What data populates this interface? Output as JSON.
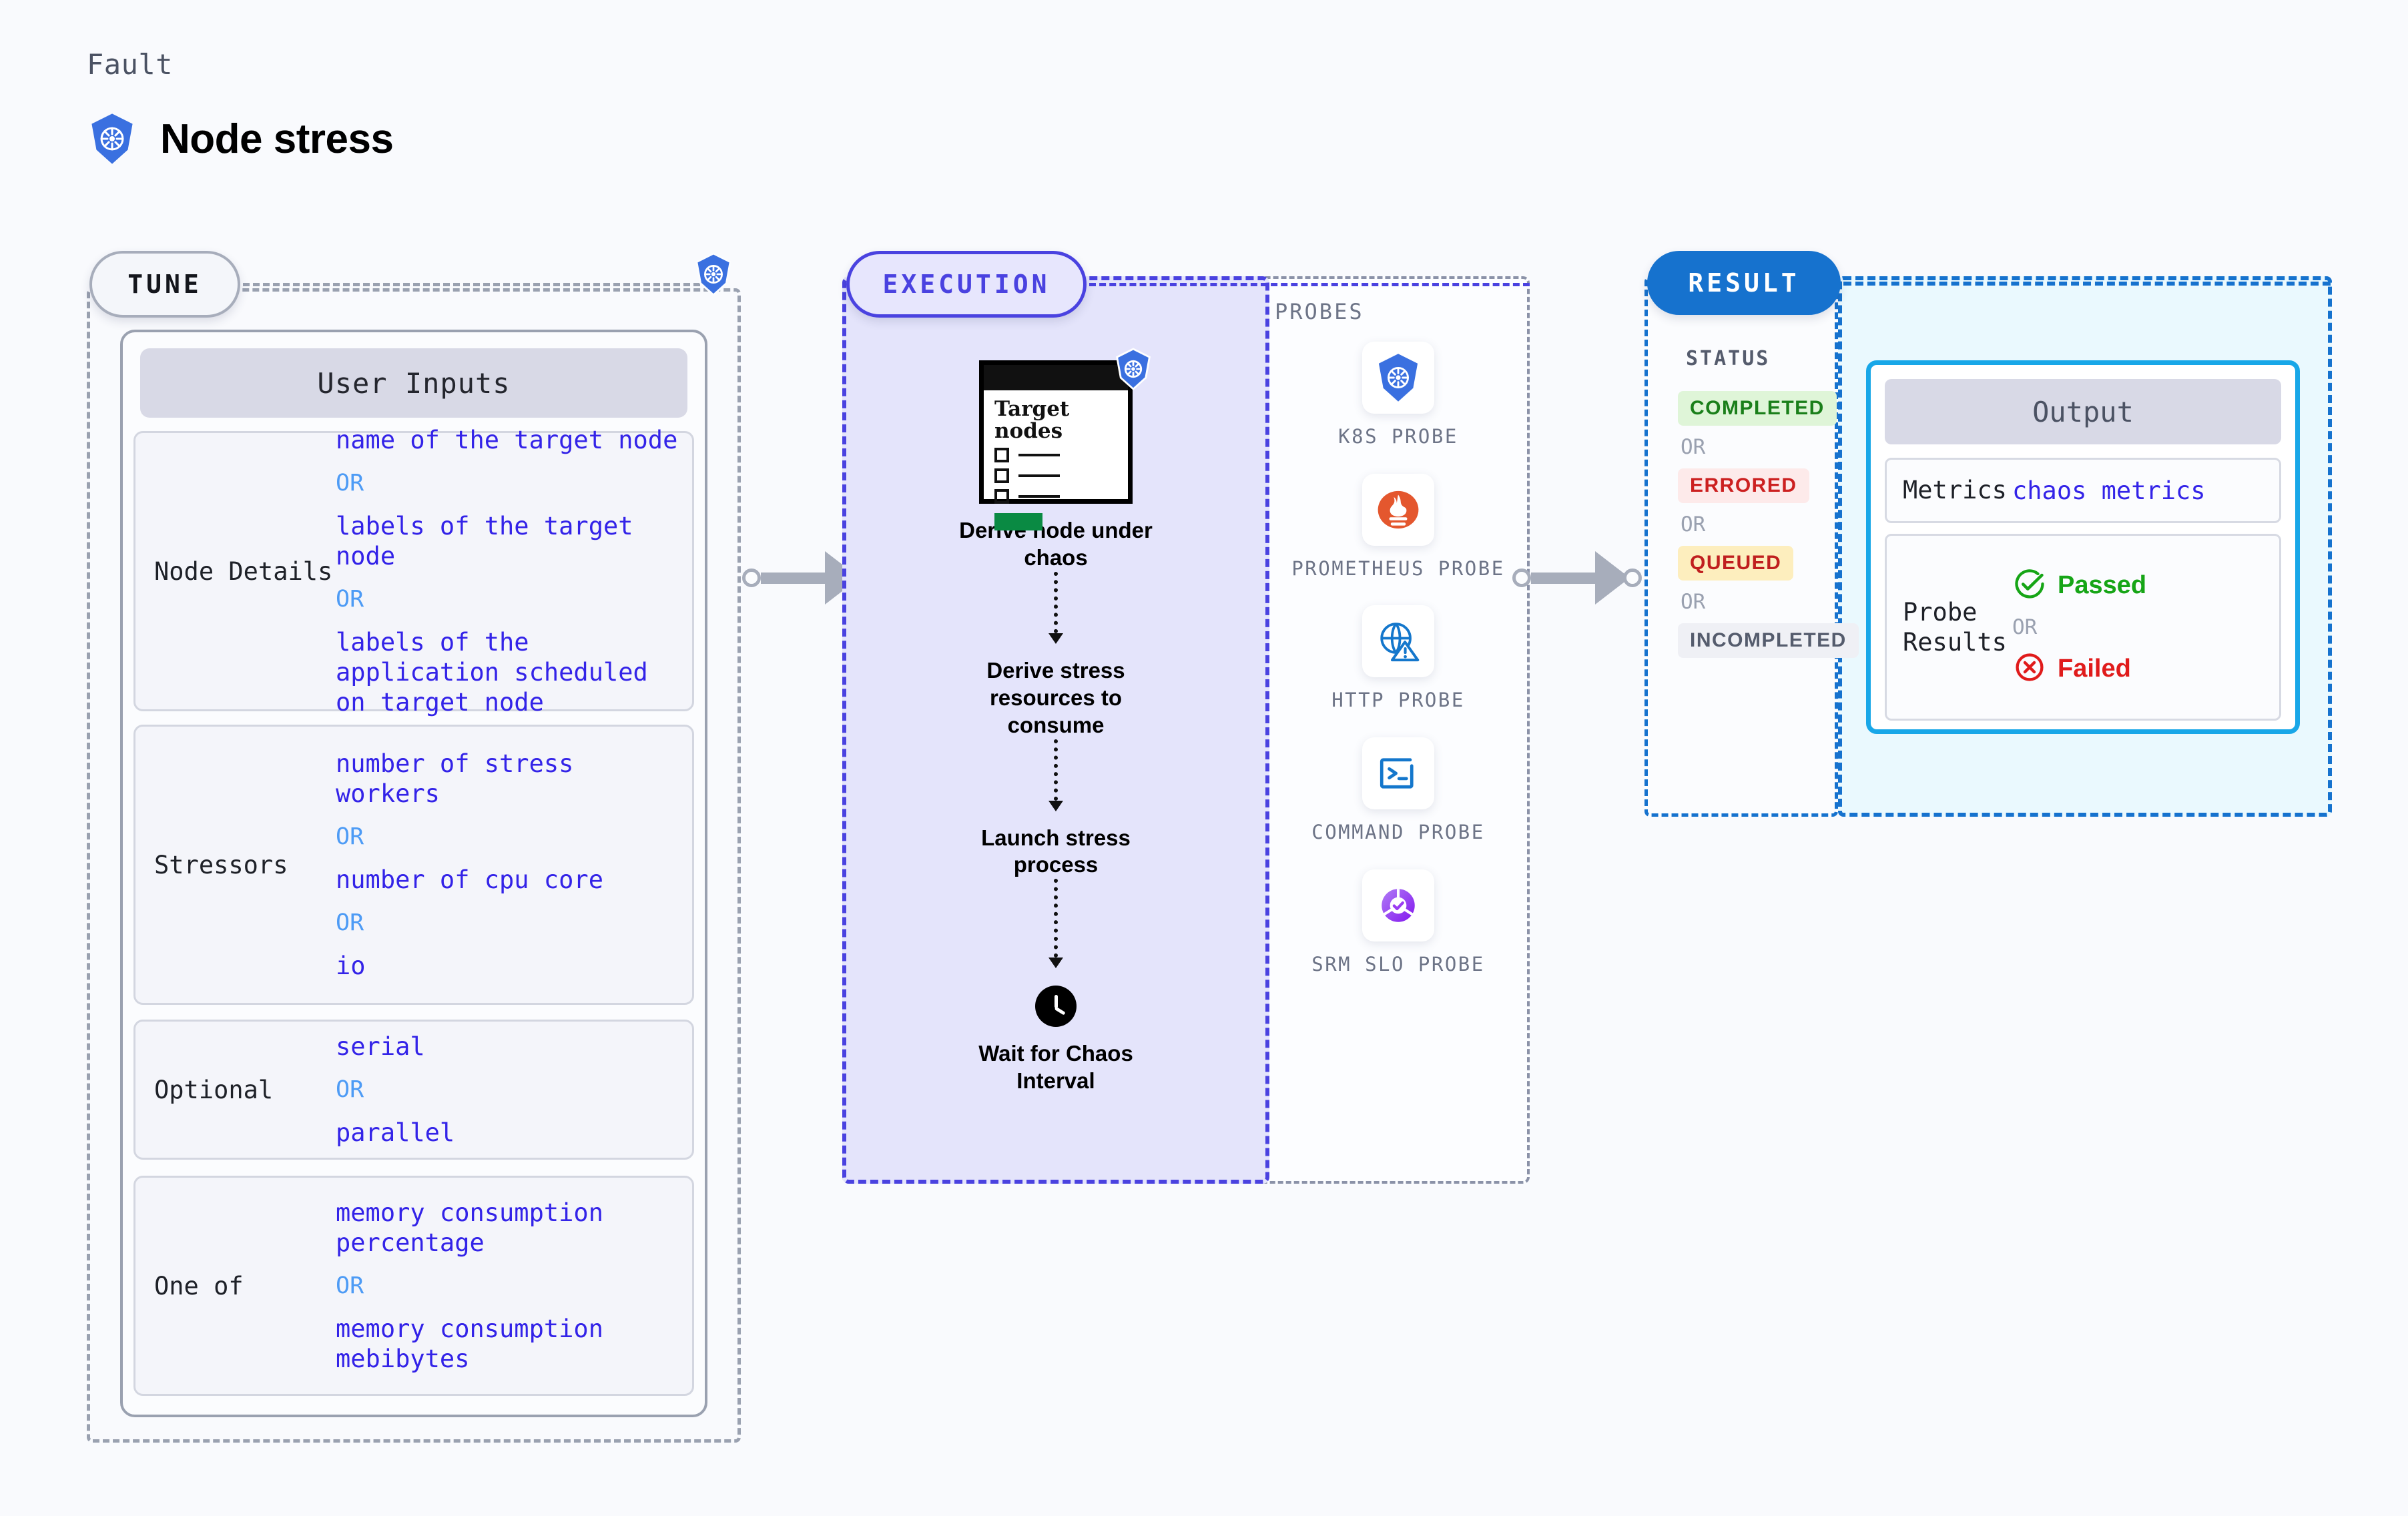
{
  "header": {
    "fault_label": "Fault",
    "title": "Node stress",
    "icon": "kubernetes-icon"
  },
  "tune": {
    "pill_label": "TUNE",
    "badge_icon": "kubernetes-icon",
    "card_header": "User Inputs",
    "groups": [
      {
        "key": "Node Details",
        "values": [
          "name of the target node",
          "labels of the target node",
          "labels of the application scheduled on target node"
        ],
        "separator": "OR"
      },
      {
        "key": "Stressors",
        "values": [
          "number of stress workers",
          "number of cpu core",
          "io"
        ],
        "separator": "OR"
      },
      {
        "key": "Optional",
        "values": [
          "serial",
          "parallel"
        ],
        "separator": "OR"
      },
      {
        "key": "One of",
        "values": [
          "memory consumption percentage",
          "memory consumption mebibytes"
        ],
        "separator": "OR"
      }
    ]
  },
  "execution": {
    "pill_label": "EXECUTION",
    "card": {
      "title": "Target nodes",
      "badge_icon": "kubernetes-icon",
      "checkbox_rows": 3,
      "action_color": "#0a8a43"
    },
    "steps": [
      "Derive node under chaos",
      "Derive stress resources to consume",
      "Launch stress process",
      "Wait for Chaos Interval"
    ],
    "wait_icon": "clock-icon"
  },
  "probes": {
    "title": "PROBES",
    "items": [
      {
        "label": "K8S PROBE",
        "icon": "kubernetes-icon"
      },
      {
        "label": "PROMETHEUS PROBE",
        "icon": "prometheus-icon"
      },
      {
        "label": "HTTP PROBE",
        "icon": "globe-warning-icon"
      },
      {
        "label": "COMMAND PROBE",
        "icon": "terminal-icon"
      },
      {
        "label": "SRM SLO PROBE",
        "icon": "srm-slo-icon"
      }
    ]
  },
  "result": {
    "pill_label": "RESULT",
    "status_title": "STATUS",
    "separator": "OR",
    "statuses": [
      {
        "label": "COMPLETED",
        "color": "#1a7f1a",
        "bg": "#dff5d8"
      },
      {
        "label": "ERRORED",
        "color": "#cc2020",
        "bg": "#fdeaea"
      },
      {
        "label": "QUEUED",
        "color": "#c01f1f",
        "bg": "#fdeebe"
      },
      {
        "label": "INCOMPLETED",
        "color": "#555c6d",
        "bg": "#eff0f5"
      }
    ],
    "output": {
      "header": "Output",
      "metrics_key": "Metrics",
      "metrics_value": "chaos metrics",
      "probe_key": "Probe Results",
      "passed_label": "Passed",
      "passed_color": "#16a516",
      "failed_label": "Failed",
      "failed_color": "#e01b1b",
      "separator": "OR",
      "passed_icon": "check-circle-icon",
      "failed_icon": "x-circle-icon"
    }
  },
  "connectors": {
    "arrow1": "arrow-tune-to-execution",
    "arrow2": "arrow-execution-to-result"
  }
}
